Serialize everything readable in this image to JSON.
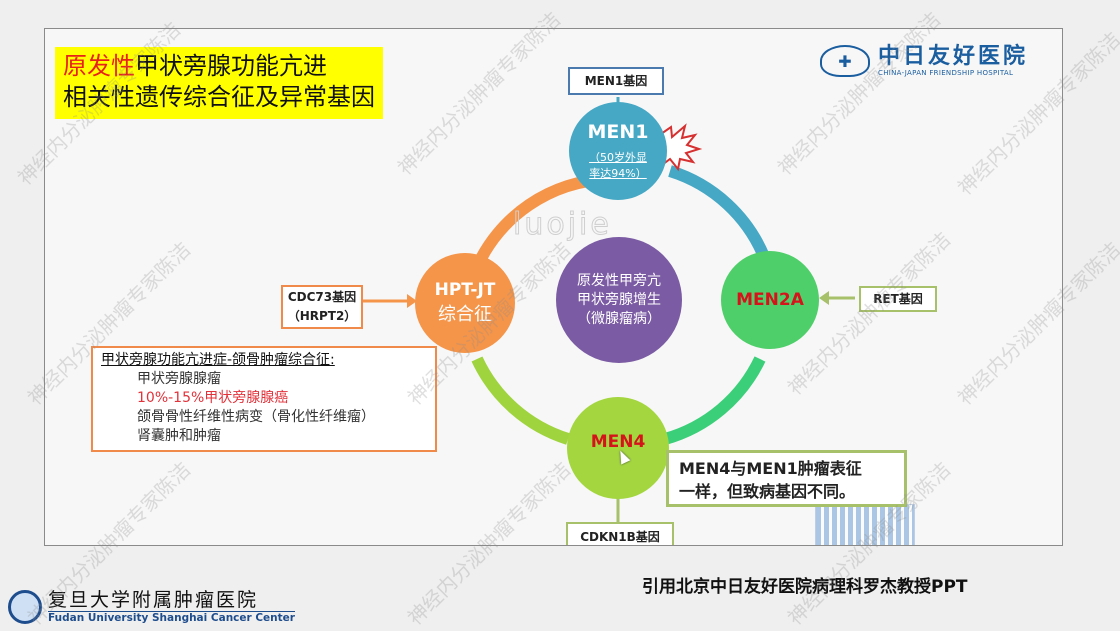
{
  "title": {
    "line1_red": "原发性",
    "line1_rest": "甲状旁腺功能亢进",
    "line2": "相关性遗传综合征及异常基因"
  },
  "hospital_logo": {
    "emblem": "✚",
    "name_cn": "中日友好医院",
    "name_en": "CHINA-JAPAN FRIENDSHIP HOSPITAL"
  },
  "diagram": {
    "center": [
      "原发性甲旁亢",
      "甲状旁腺增生",
      "（微腺瘤病）"
    ],
    "watermark_logo": "luojie",
    "nodes": {
      "men1": {
        "label": "MEN1",
        "sub1": "（50岁外显",
        "sub2": "率达94%）",
        "color": "#46a8c4"
      },
      "men2a": {
        "label": "MEN2A",
        "color": "#4fcf6a"
      },
      "men4": {
        "label": "MEN4",
        "color": "#a3d63f"
      },
      "hptjt": {
        "label": "HPT-JT",
        "sub1": "综合征",
        "color": "#f5954a"
      }
    },
    "genes": {
      "men1": "MEN1基因",
      "ret": "RET基因",
      "cdc73_1": "CDC73基因",
      "cdc73_2": "（HRPT2）",
      "cdkn1b": "CDKN1B基因"
    },
    "label_red": "#d4141a"
  },
  "info_box": {
    "header": "甲状旁腺功能亢进症-颌骨肿瘤综合征:",
    "items": [
      "甲状旁腺腺瘤",
      "10%-15%甲状旁腺腺癌",
      "颌骨骨性纤维性病变（骨化性纤维瘤）",
      "肾囊肿和肿瘤"
    ]
  },
  "callout": {
    "line1": "MEN4与MEN1肿瘤表征",
    "line2": "一样，但致病基因不同。"
  },
  "footer": {
    "logo_cn": "复旦大学附属肿瘤医院",
    "logo_en": "Fudan University Shanghai Cancer Center",
    "citation": "引用北京中日友好医院病理科罗杰教授PPT"
  },
  "watermark": "神经内分泌肿瘤专家陈洁"
}
